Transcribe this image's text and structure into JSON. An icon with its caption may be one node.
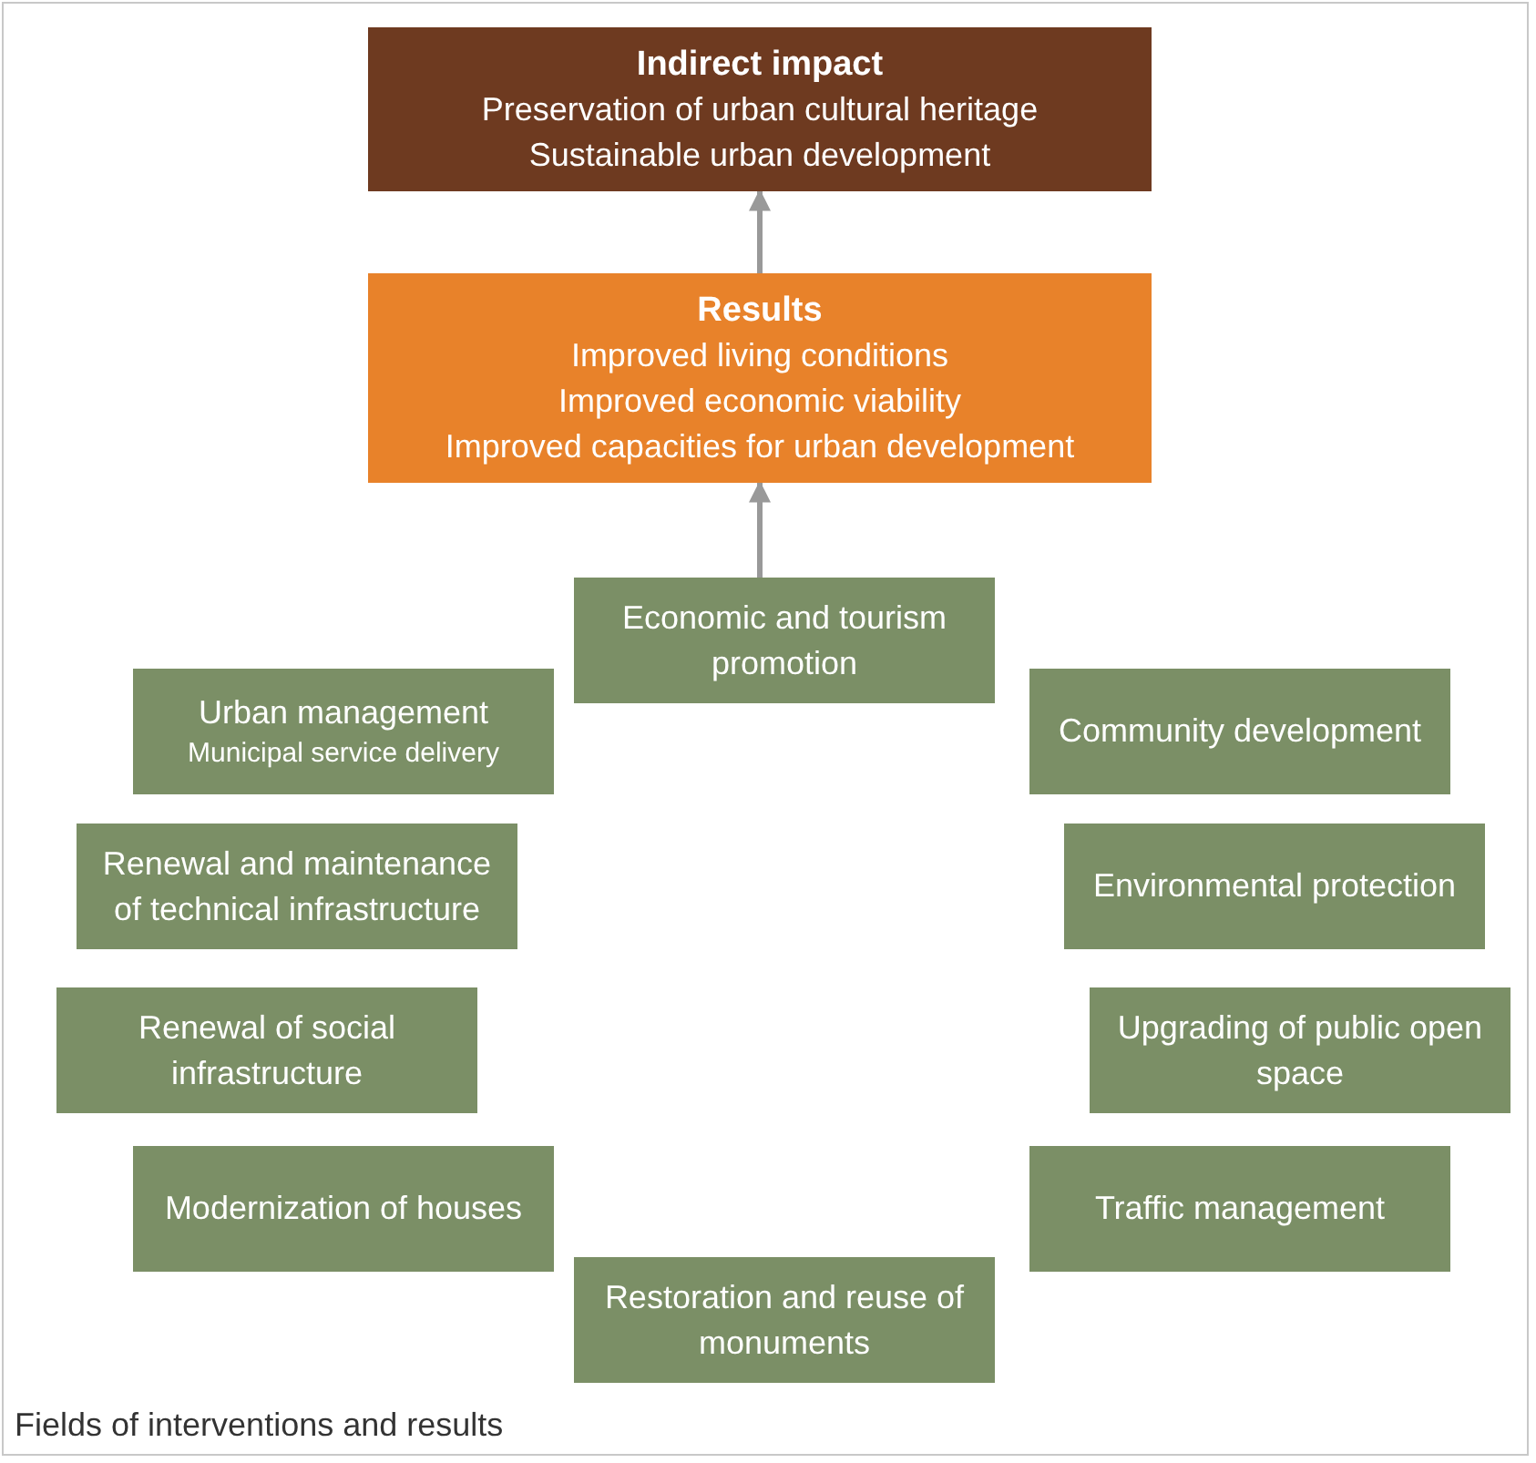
{
  "diagram": {
    "caption": "Fields of interventions and results",
    "nodes": [
      {
        "text": [
          "Indirect impact",
          "Preservation of urban cultural heritage",
          "Sustainable urban development"
        ]
      },
      {
        "text": [
          "Results",
          "Improved living conditions",
          "Improved economic viability",
          "Improved capacities for urban development"
        ]
      },
      {
        "text": [
          "Economic and tourism promotion"
        ]
      },
      {
        "text": [
          "Urban management",
          "Municipal service delivery"
        ]
      },
      {
        "text": [
          "Community development"
        ]
      },
      {
        "text": [
          "Renewal and maintenance of technical infrastructure"
        ]
      },
      {
        "text": [
          "Environmental protection"
        ]
      },
      {
        "text": [
          "Renewal of social infrastructure"
        ]
      },
      {
        "text": [
          "Upgrading of public open space"
        ]
      },
      {
        "text": [
          "Modernization of houses"
        ]
      },
      {
        "text": [
          "Traffic management"
        ]
      },
      {
        "text": [
          "Restoration and reuse of monuments"
        ]
      }
    ],
    "edges": [
      {
        "from": 2,
        "to": 1,
        "arrow": "to"
      },
      {
        "from": 1,
        "to": 0,
        "arrow": "to"
      }
    ]
  }
}
